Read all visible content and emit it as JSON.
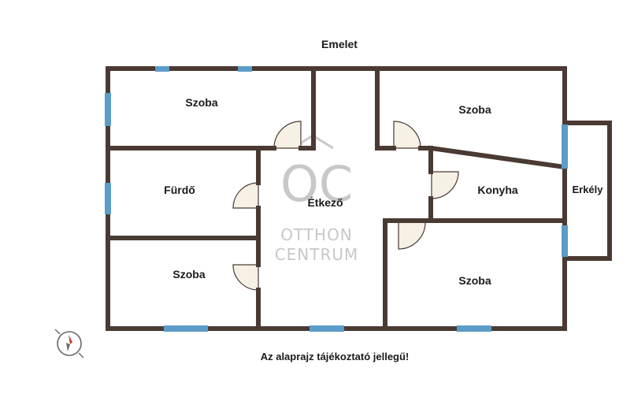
{
  "plan": {
    "title": "Emelet",
    "note": "Az alaprajz tájékoztató jellegű!",
    "rooms": [
      {
        "key": "szoba_top_left",
        "label": "Szoba"
      },
      {
        "key": "szoba_top_right",
        "label": "Szoba"
      },
      {
        "key": "furdo",
        "label": "Fürdő"
      },
      {
        "key": "etkezo",
        "label": "Étkező"
      },
      {
        "key": "konyha",
        "label": "Konyha"
      },
      {
        "key": "erkely",
        "label": "Erkély"
      },
      {
        "key": "szoba_bottom_left",
        "label": "Szoba"
      },
      {
        "key": "szoba_bottom_right",
        "label": "Szoba"
      }
    ]
  },
  "watermark": {
    "logo_letters": "OC",
    "line1": "OTTHON",
    "line2": "CENTRUM"
  },
  "colors": {
    "wall": "#4a3a34",
    "window": "#5b9cc9",
    "door_fill": "#f7f0e4",
    "watermark": "#c8c8c8"
  },
  "icons": {
    "compass": "compass-icon"
  }
}
